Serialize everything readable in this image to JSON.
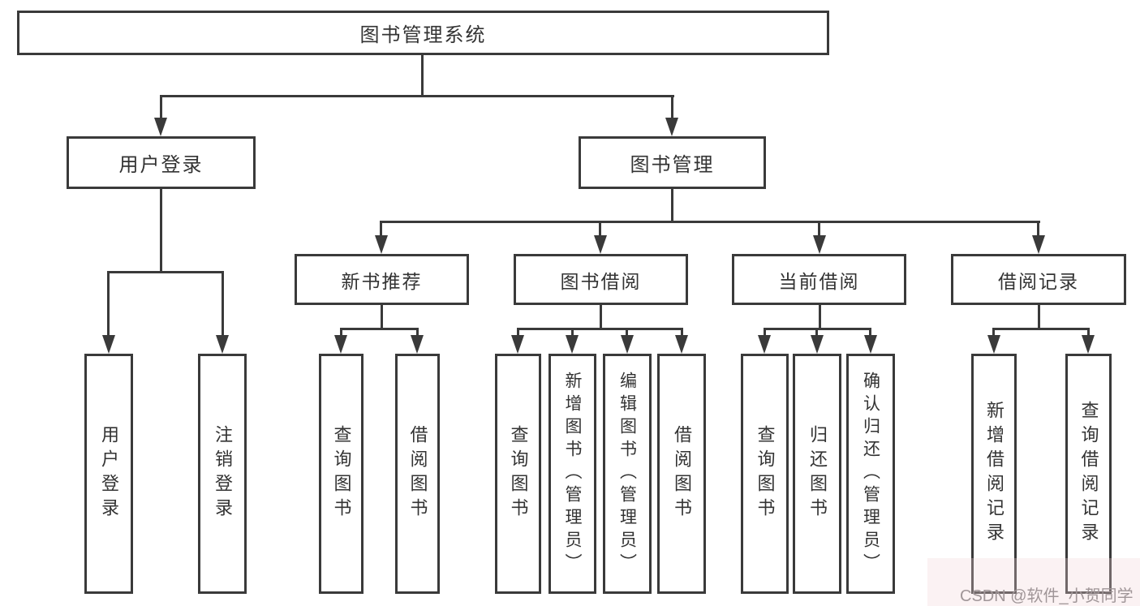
{
  "colors": {
    "border": "#3a3a3a",
    "text": "#333333",
    "watermark": "#a09698",
    "background": "#ffffff"
  },
  "watermark": {
    "text": "CSDN @软件_小贺同学"
  },
  "tree": {
    "root": {
      "label": "图书管理系统"
    },
    "branches": [
      {
        "label": "用户登录",
        "children": [
          {
            "label": "用户登录"
          },
          {
            "label": "注销登录"
          }
        ]
      },
      {
        "label": "图书管理",
        "children": [
          {
            "label": "新书推荐",
            "children": [
              {
                "label": "查询图书"
              },
              {
                "label": "借阅图书"
              }
            ]
          },
          {
            "label": "图书借阅",
            "children": [
              {
                "label": "查询图书"
              },
              {
                "label": "新增图书（管理员）"
              },
              {
                "label": "编辑图书（管理员）"
              },
              {
                "label": "借阅图书"
              }
            ]
          },
          {
            "label": "当前借阅",
            "children": [
              {
                "label": "查询图书"
              },
              {
                "label": "归还图书"
              },
              {
                "label": "确认归还（管理员）"
              }
            ]
          },
          {
            "label": "借阅记录",
            "children": [
              {
                "label": "新增借阅记录"
              },
              {
                "label": "查询借阅记录"
              }
            ]
          }
        ]
      }
    ]
  }
}
